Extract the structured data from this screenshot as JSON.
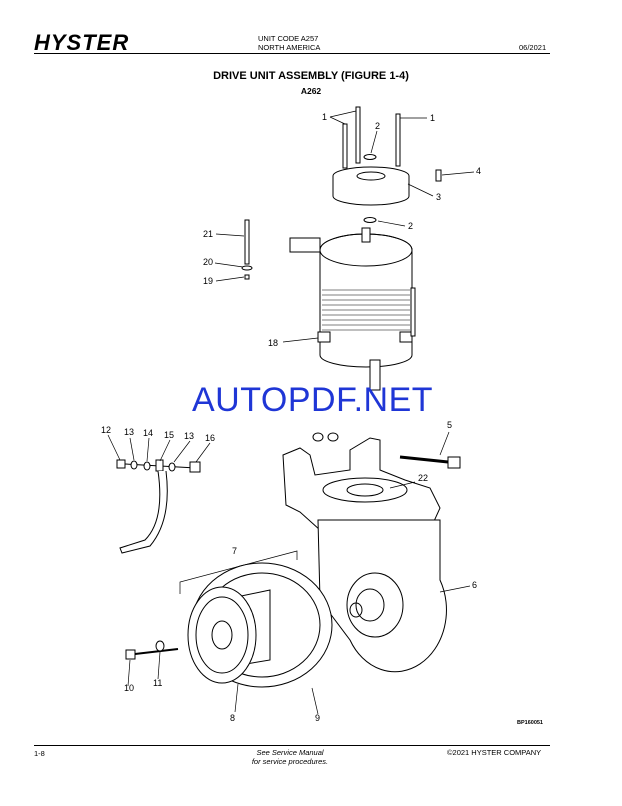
{
  "header": {
    "brand": "HYSTER",
    "unit_code": "UNIT CODE A257",
    "region": "NORTH AMERICA",
    "date": "06/2021"
  },
  "title": "DRIVE UNIT ASSEMBLY (FIGURE 1-4)",
  "subtitle": "A262",
  "watermark": "AUTOPDF.NET",
  "callouts": [
    "1",
    "1",
    "2",
    "3",
    "4",
    "2",
    "21",
    "20",
    "19",
    "18",
    "5",
    "12",
    "13",
    "14",
    "15",
    "13",
    "16",
    "22",
    "7",
    "6",
    "10",
    "11",
    "8",
    "9"
  ],
  "figure_code": "BP160051",
  "footer": {
    "page": "1-8",
    "note_line1": "See Service Manual",
    "note_line2": "for service procedures.",
    "copyright": "©2021 HYSTER COMPANY"
  }
}
